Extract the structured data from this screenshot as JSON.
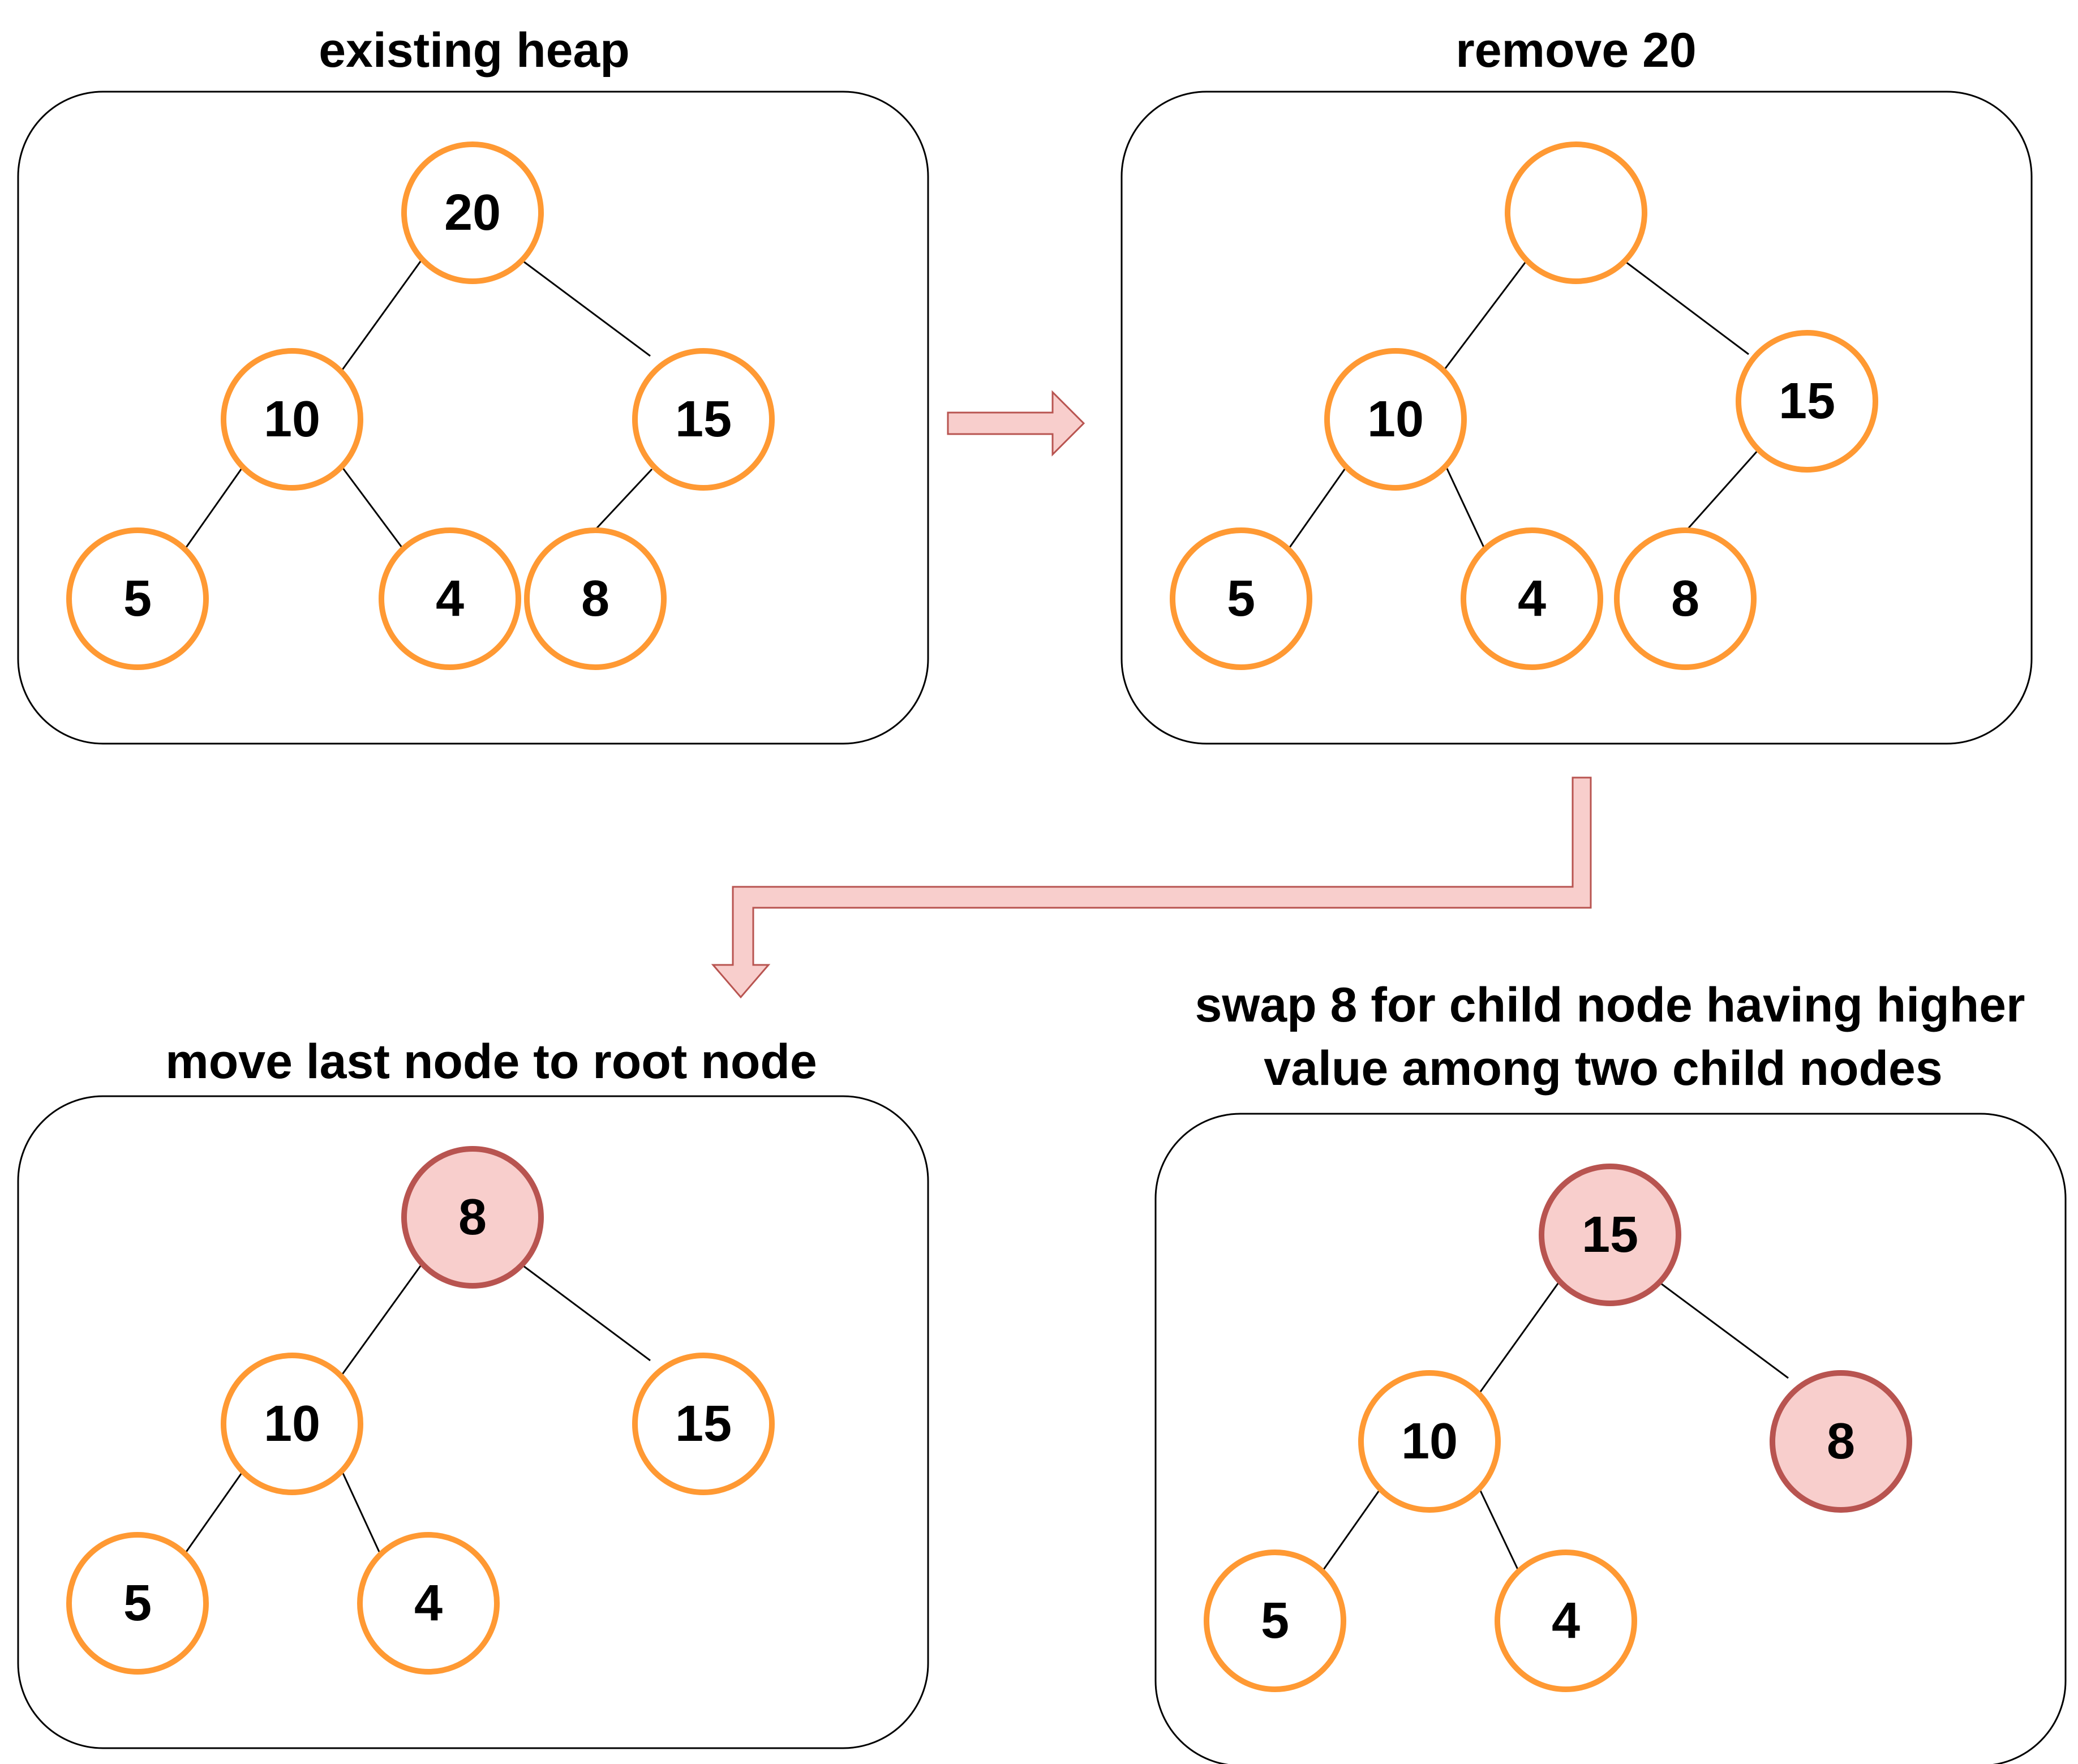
{
  "panels": [
    {
      "title_lines": [
        "existing heap"
      ],
      "nodes": [
        {
          "id": "root",
          "label": "20",
          "highlight": false
        },
        {
          "id": "left",
          "label": "10",
          "highlight": false
        },
        {
          "id": "right",
          "label": "15",
          "highlight": false
        },
        {
          "id": "left-left",
          "label": "5",
          "highlight": false
        },
        {
          "id": "left-right",
          "label": "4",
          "highlight": false
        },
        {
          "id": "right-left",
          "label": "8",
          "highlight": false
        }
      ]
    },
    {
      "title_lines": [
        "remove 20"
      ],
      "nodes": [
        {
          "id": "root",
          "label": "",
          "highlight": false
        },
        {
          "id": "left",
          "label": "10",
          "highlight": false
        },
        {
          "id": "right",
          "label": "15",
          "highlight": false
        },
        {
          "id": "left-left",
          "label": "5",
          "highlight": false
        },
        {
          "id": "left-right",
          "label": "4",
          "highlight": false
        },
        {
          "id": "right-left",
          "label": "8",
          "highlight": false
        }
      ]
    },
    {
      "title_lines": [
        "move last node to root node"
      ],
      "nodes": [
        {
          "id": "root",
          "label": "8",
          "highlight": true
        },
        {
          "id": "left",
          "label": "10",
          "highlight": false
        },
        {
          "id": "right",
          "label": "15",
          "highlight": false
        },
        {
          "id": "left-left",
          "label": "5",
          "highlight": false
        },
        {
          "id": "left-right",
          "label": "4",
          "highlight": false
        }
      ]
    },
    {
      "title_lines": [
        "swap 8 for child node having higher",
        "value among two child nodes"
      ],
      "nodes": [
        {
          "id": "root",
          "label": "15",
          "highlight": true
        },
        {
          "id": "left",
          "label": "10",
          "highlight": false
        },
        {
          "id": "right",
          "label": "8",
          "highlight": true
        },
        {
          "id": "left-left",
          "label": "5",
          "highlight": false
        },
        {
          "id": "left-right",
          "label": "4",
          "highlight": false
        }
      ]
    }
  ],
  "colors": {
    "node_stroke": "#ff9933",
    "node_fill": "#ffffff",
    "highlight_stroke": "#b85450",
    "highlight_fill": "#f8cecc",
    "arrow_fill": "#f8cecc",
    "arrow_stroke": "#b85450"
  }
}
